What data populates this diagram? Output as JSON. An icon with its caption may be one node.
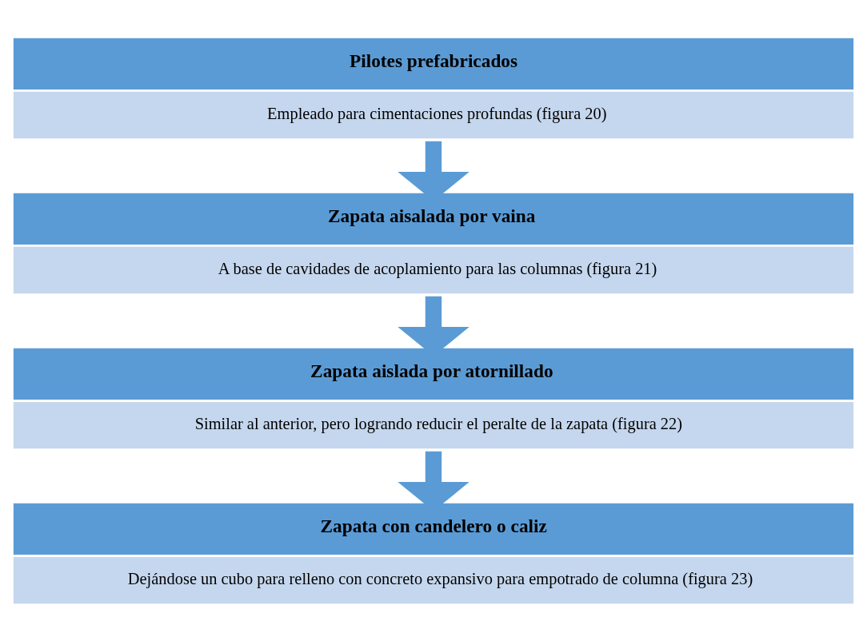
{
  "diagram": {
    "nodes": [
      {
        "text": [
          "Pilotes prefabricados",
          "Empleado para cimentaciones profundas (figura 20)"
        ]
      },
      {
        "text": [
          "Zapata aisalada por vaina",
          "A base de cavidades de acoplamiento para las columnas (figura 21)"
        ]
      },
      {
        "text": [
          "Zapata aislada por atornillado",
          "Similar al anterior, pero logrando reducir el peralte de la zapata (figura 22)"
        ]
      },
      {
        "text": [
          "Zapata con candelero o caliz",
          "Dejándose un cubo para relleno con concreto expansivo para empotrado de columna (figura 23)"
        ]
      }
    ],
    "edges": [
      {
        "from": 0,
        "to": 1,
        "arrow": "to"
      },
      {
        "from": 1,
        "to": 2,
        "arrow": "to"
      },
      {
        "from": 2,
        "to": 3,
        "arrow": "to"
      }
    ]
  }
}
